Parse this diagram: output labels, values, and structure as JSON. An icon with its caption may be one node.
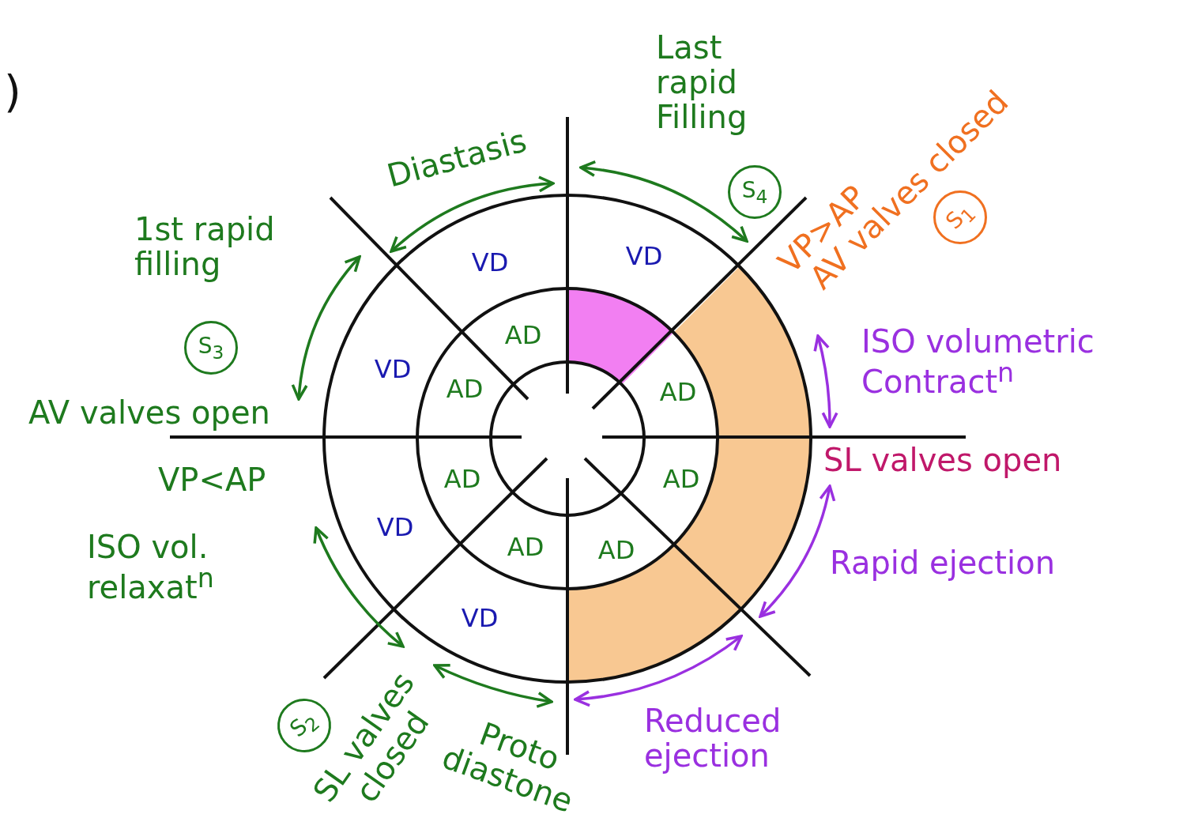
{
  "diagram": {
    "nodes": [
      {
        "text": [
          "S$_{4}$"
        ]
      },
      {
        "text": [
          "S$_{1}$"
        ]
      },
      {
        "text": [
          "S$_{3}$"
        ]
      },
      {
        "text": [
          "S$_{2}$"
        ]
      }
    ],
    "labels": [
      ")",
      "Last rapid Filling",
      "Diastasis",
      "1st rapid filling",
      "VP>AP",
      "AV valves closed",
      "VD",
      "VD",
      "AD",
      "ISO volumetric Contract$^{n}$",
      "VD",
      "AD",
      "AD",
      "AV valves open",
      "SL valves open",
      "VP<AP",
      "AD",
      "AD",
      "VD",
      "ISO vol. relaxat$^{n}$",
      "AD",
      "AD",
      "Rapid ejection",
      "VD",
      "Reduced ejection",
      "SL valves closed",
      "Proto diastone"
    ]
  }
}
